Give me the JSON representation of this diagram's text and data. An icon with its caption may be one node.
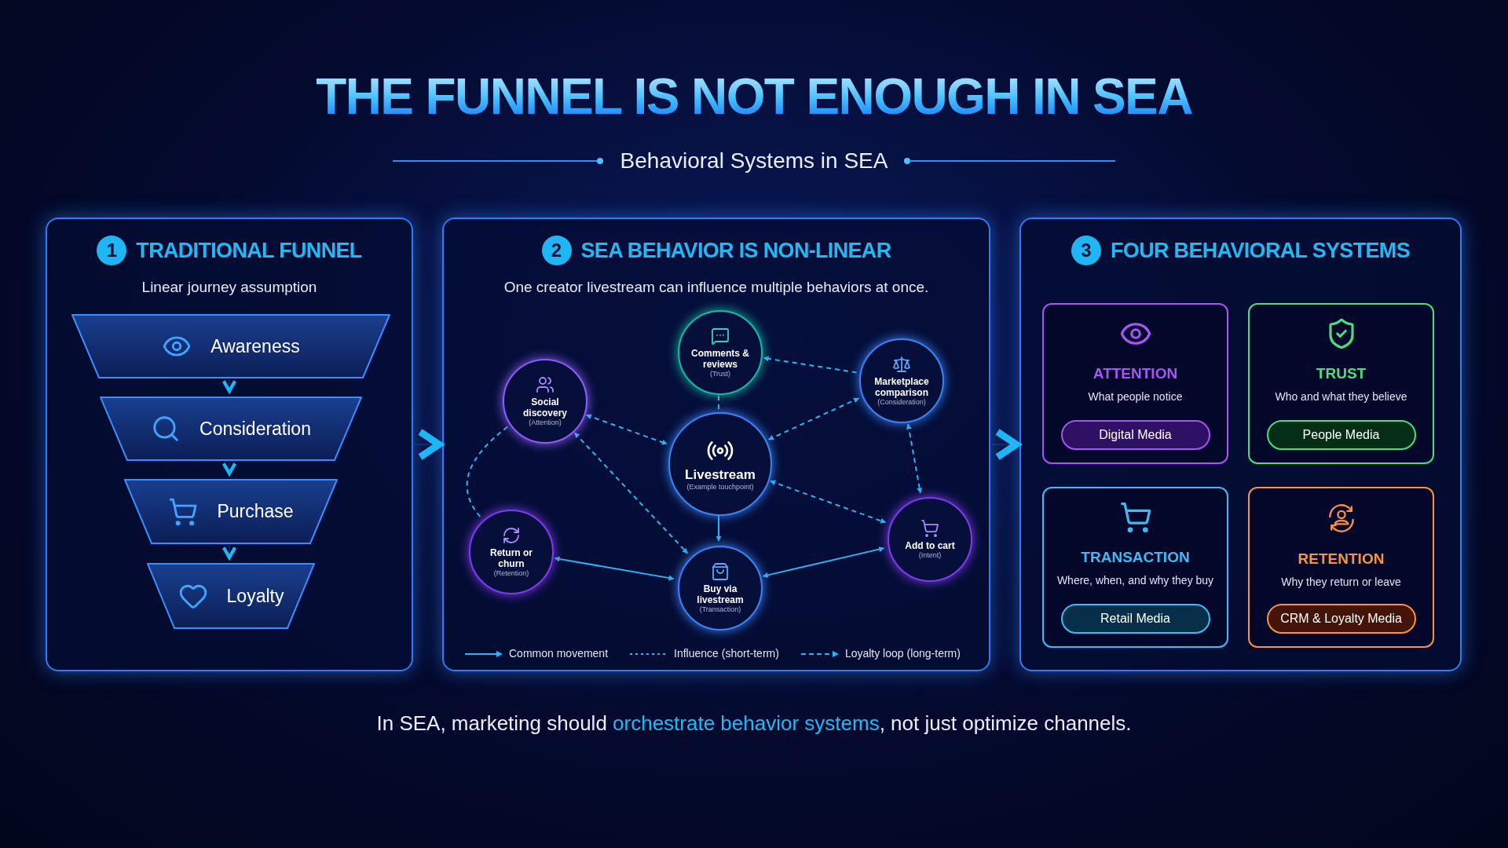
{
  "diagram": {
    "title": "THE FUNNEL IS NOT ENOUGH IN SEA",
    "caption": "In SEA, marketing should **orchestrate behavior systems**, not just optimize channels.",
    "nodes": [
      {
        "text": [
          "1",
          "TRADITIONAL FUNNEL",
          "Linear journey assumption"
        ]
      },
      {
        "text": [
          "Awareness"
        ],
        "in": 0
      },
      {
        "text": [
          "Consideration"
        ],
        "in": 0
      },
      {
        "text": [
          "Purchase"
        ],
        "in": 0
      },
      {
        "text": [
          "Loyalty"
        ],
        "in": 0
      },
      {
        "text": [
          "2",
          "SEA BEHAVIOR IS NON-LINEAR",
          "One creator livestream can influence multiple behaviors at once."
        ]
      },
      {
        "text": [
          "Comments & reviews",
          "(Trust)"
        ],
        "in": 5
      },
      {
        "text": [
          "Social discovery",
          "(Attention)"
        ],
        "in": 5
      },
      {
        "text": [
          "Marketplace comparison",
          "(Consideration)"
        ],
        "in": 5
      },
      {
        "text": [
          "Livestream",
          "(Example touchpoint)"
        ],
        "in": 5
      },
      {
        "text": [
          "Return or churn",
          "(Retention)"
        ],
        "in": 5
      },
      {
        "text": [
          "Buy via livestream",
          "(Transaction)"
        ],
        "in": 5
      },
      {
        "text": [
          "Add to cart",
          "(Intent)"
        ],
        "in": 5
      },
      {
        "text": [
          "3",
          "FOUR BEHAVIORAL SYSTEMS"
        ]
      },
      {
        "text": [
          "ATTENTION",
          "What people notice",
          "Digital Media"
        ],
        "in": 13
      },
      {
        "text": [
          "TRUST",
          "Who and what they believe",
          "People Media"
        ],
        "in": 13
      },
      {
        "text": [
          "TRANSACTION",
          "Where, when, and why they buy",
          "Retail Media"
        ],
        "in": 13
      },
      {
        "text": [
          "RETENTION",
          "Why they return or leave",
          "CRM & Loyalty Media"
        ],
        "in": 13
      }
    ],
    "edges": [
      {
        "from": 1,
        "to": 2,
        "arrow": "to"
      },
      {
        "from": 2,
        "to": 3,
        "arrow": "to"
      },
      {
        "from": 3,
        "to": 4,
        "arrow": "to"
      },
      {
        "from": 0,
        "to": 5,
        "arrow": "to"
      },
      {
        "from": 5,
        "to": 13,
        "arrow": "to"
      },
      {
        "from": 9,
        "to": 6,
        "arrow": "none",
        "style": "dashed"
      },
      {
        "from": 8,
        "to": 6,
        "arrow": "to",
        "style": "dashed"
      },
      {
        "from": 7,
        "to": 9,
        "arrow": "both",
        "style": "dashed"
      },
      {
        "from": 9,
        "to": 8,
        "arrow": "both",
        "style": "dashed"
      },
      {
        "from": 7,
        "to": 11,
        "arrow": "both",
        "style": "dashed"
      },
      {
        "from": 9,
        "to": 12,
        "arrow": "both",
        "style": "dashed"
      },
      {
        "from": 8,
        "to": 12,
        "arrow": "both",
        "style": "dashed"
      },
      {
        "from": 10,
        "to": 7,
        "arrow": "none",
        "style": "dashed"
      },
      {
        "from": 9,
        "to": 11,
        "arrow": "to"
      },
      {
        "from": 10,
        "to": 11,
        "arrow": "both"
      },
      {
        "from": 11,
        "to": 12,
        "arrow": "both"
      }
    ],
    "labels": [
      "Behavioral Systems in SEA"
    ],
    "legend": [
      {
        "text": "Common movement"
      },
      {
        "text": "Influence (short-term)"
      },
      {
        "text": "Loyalty loop (long-term)"
      }
    ]
  }
}
